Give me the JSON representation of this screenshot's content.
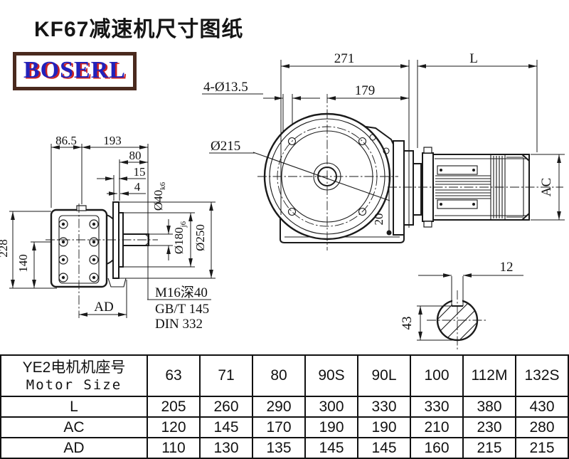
{
  "title": "KF67减速机尺寸图纸",
  "logo": {
    "text": "BOSERL"
  },
  "drawing": {
    "front_view": {
      "dim_width": "271",
      "dim_motor_length": "L",
      "dim_hole_offset": "179",
      "dim_holes": "4-Ø13.5",
      "dim_flange_dia": "Ø215",
      "dim_axis_offset": "20",
      "dim_motor_dia": "AC"
    },
    "side_view": {
      "dim_86_5": "86.5",
      "dim_193": "193",
      "dim_80": "80",
      "dim_15": "15",
      "dim_4": "4",
      "dim_shaft_dia": "Ø40",
      "dim_shaft_tol": "k6",
      "dim_pilot_dia": "Ø180",
      "dim_pilot_tol": "j6",
      "dim_flange_od": "Ø250",
      "dim_height": "228",
      "dim_140": "140",
      "dim_ad": "AD",
      "note_tap": "M16深40",
      "note_gb": "GB/T 145",
      "note_din": "DIN 332"
    },
    "shaft_section": {
      "dim_key_width": "12",
      "dim_key_height": "43"
    }
  },
  "table": {
    "header_cn": "YE2电机机座号",
    "header_en": "Motor Size",
    "columns": [
      "63",
      "71",
      "80",
      "90S",
      "90L",
      "100",
      "112M",
      "132S"
    ],
    "rows": [
      {
        "label": "L",
        "values": [
          "205",
          "260",
          "290",
          "300",
          "330",
          "330",
          "380",
          "430"
        ]
      },
      {
        "label": "AC",
        "values": [
          "120",
          "145",
          "170",
          "190",
          "190",
          "210",
          "230",
          "280"
        ]
      },
      {
        "label": "AD",
        "values": [
          "110",
          "130",
          "135",
          "145",
          "145",
          "160",
          "215",
          "215"
        ]
      }
    ]
  }
}
